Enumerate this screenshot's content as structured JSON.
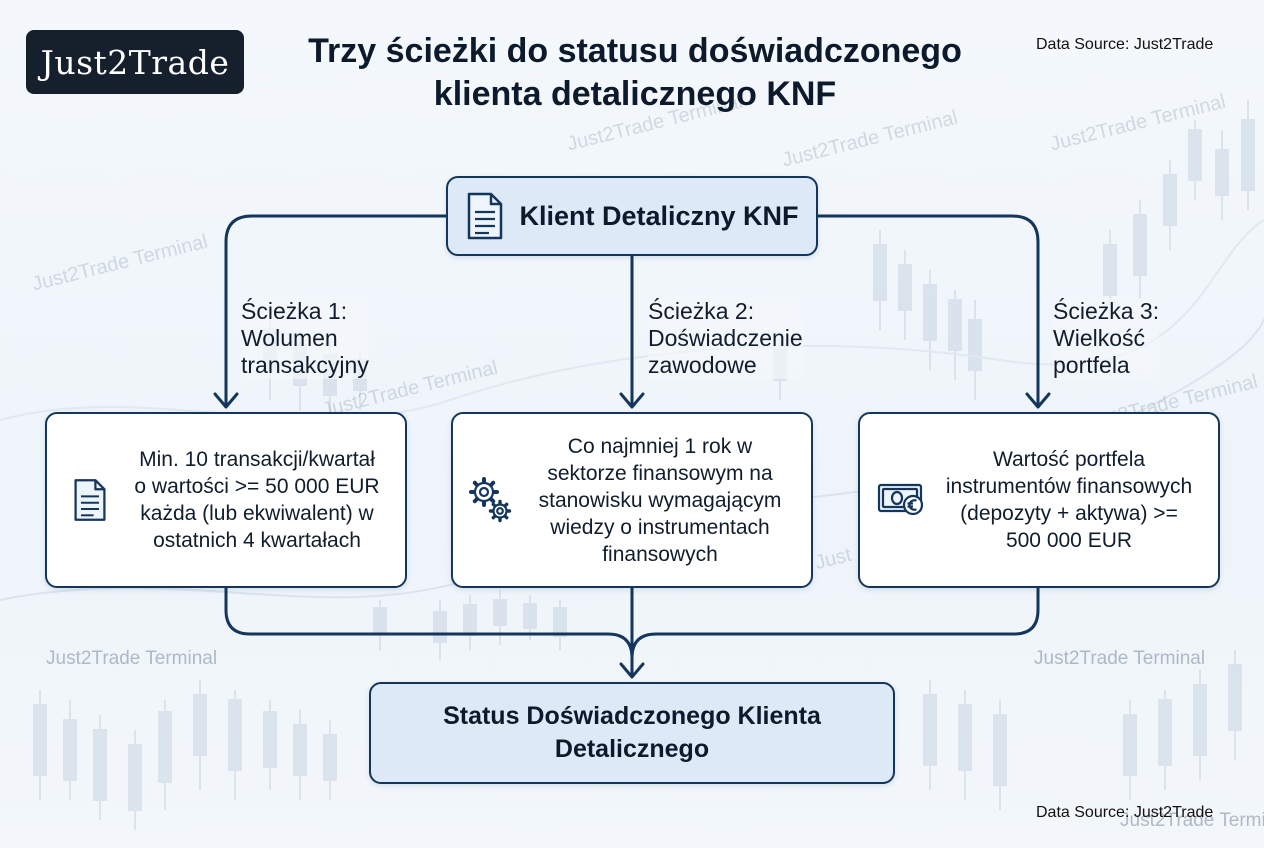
{
  "header": {
    "logo_text": "Just2Trade",
    "title_line1": "Trzy ścieżki do statusu doświadczonego",
    "title_line2": "klienta detalicznego KNF",
    "source_top": "Data Source: Just2Trade"
  },
  "watermark": "Just2Trade Terminal",
  "watermark_fragment": "Just",
  "diagram": {
    "root": {
      "label": "Klient Detaliczny KNF",
      "icon": "document-icon"
    },
    "paths": [
      {
        "label_lines": [
          "Ścieżka 1:",
          "Wolumen",
          "transakcyjny"
        ],
        "icon": "document-icon",
        "requirement_lines": [
          "Min. 10 transakcji/kwartał",
          "o wartości >= 50 000 EUR",
          "każda (lub ekwiwalent) w",
          "ostatnich 4 kwartałach"
        ]
      },
      {
        "label_lines": [
          "Ścieżka 2:",
          "Doświadczenie",
          "zawodowe"
        ],
        "icon": "gears-icon",
        "requirement_lines": [
          "Co najmniej 1 rok w",
          "sektorze finansowym na",
          "stanowisku wymagającym",
          "wiedzy o instrumentach",
          "finansowych"
        ]
      },
      {
        "label_lines": [
          "Ścieżka 3:",
          "Wielkość",
          "portfela"
        ],
        "icon": "banknote-euro-icon",
        "requirement_lines": [
          "Wartość portfela",
          "instrumentów finansowych",
          "(depozyty + aktywa) >=",
          "500 000 EUR"
        ]
      }
    ],
    "result": {
      "label_lines": [
        "Status Doświadczonego Klienta",
        "Detalicznego"
      ]
    }
  },
  "footer": {
    "source_bottom": "Data Source: Just2Trade"
  },
  "colors": {
    "line": "#14365c",
    "box_fill_highlight": "#dde9f7",
    "candle": "#c9d5e2"
  }
}
